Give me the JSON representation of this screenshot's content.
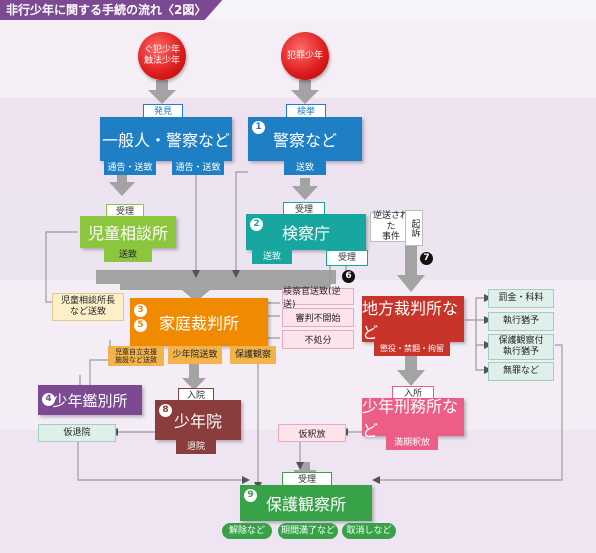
{
  "title": "非行少年に関する手続の流れ〈2図〉",
  "colors": {
    "blue": "#1f7fc4",
    "teal": "#18a7a0",
    "green": "#8cc63f",
    "orange": "#f08a00",
    "red": "#c8342a",
    "pink": "#ec5e86",
    "purple": "#7b4a93",
    "brown": "#8b3c3c",
    "darkgreen": "#37a247",
    "arrow": "#a3a3a3"
  },
  "sources": {
    "guhan": "ぐ犯少年\n触法少年",
    "hanzai": "犯罪少年"
  },
  "labels": {
    "hakken": "発見",
    "kenkyo": "検挙",
    "tsukoku1": "通告・送致",
    "tsukoku2": "通告・送致",
    "souchi_police": "送致",
    "juri_jido": "受理",
    "souchi_jido": "送致",
    "juri_kensatsu": "受理",
    "souchi_kensatsu": "送致",
    "juri_kensatsu2": "受理",
    "gyakuso_jiken": "逆送された\n事件",
    "kiso": "起訴",
    "jido_chou": "児童相談所長\nなど送致",
    "jiritsu": "児童自立支援\n施設など送致",
    "shounenin_souchi": "少年院送致",
    "hogokansatsu": "保護観察",
    "nyuin": "入院",
    "taiin": "退院",
    "karirin": "仮退院",
    "juri_hogo": "受理",
    "kokei": "懲役・禁錮・拘留",
    "nyusho": "入所",
    "kashakuho": "仮釈放",
    "manki": "満期釈放",
    "kaijo": "解除など",
    "kikan_manryo": "期間満了など",
    "torikeshi": "取消しなど"
  },
  "nodes": {
    "ippan": "一般人・警察など",
    "keisatsu": "警察など",
    "jido": "児童相談所",
    "kensatsu": "検察庁",
    "katei": "家庭裁判所",
    "chiho": "地方裁判所など",
    "kanbetsu": "少年鑑別所",
    "shounenin": "少年院",
    "keimusho": "少年刑務所など",
    "hogo": "保護観察所"
  },
  "outcomes_katei": [
    "検察官送致(逆送)",
    "審判不開始",
    "不処分"
  ],
  "outcomes_chiho": [
    "罰金・科料",
    "執行猶予",
    "保護観察付\n執行猶予",
    "無罪など"
  ],
  "numbers": [
    "1",
    "2",
    "3",
    "4",
    "5",
    "6",
    "7",
    "8",
    "9"
  ]
}
